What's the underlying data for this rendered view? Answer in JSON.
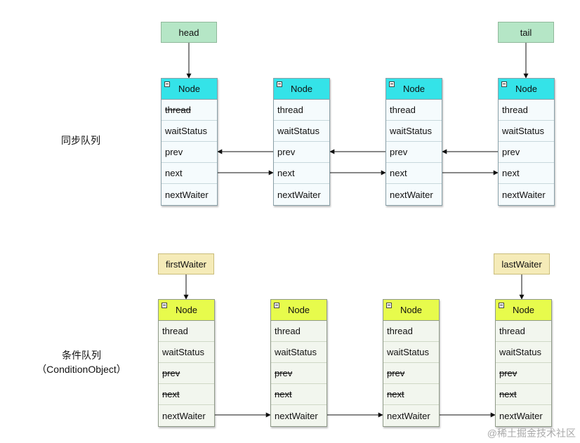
{
  "sync": {
    "label": "同步队列",
    "head_label": "head",
    "tail_label": "tail",
    "nodes": [
      {
        "title": "Node",
        "fields": [
          "thread",
          "waitStatus",
          "prev",
          "next",
          "nextWaiter"
        ],
        "struck": [
          0
        ]
      },
      {
        "title": "Node",
        "fields": [
          "thread",
          "waitStatus",
          "prev",
          "next",
          "nextWaiter"
        ],
        "struck": []
      },
      {
        "title": "Node",
        "fields": [
          "thread",
          "waitStatus",
          "prev",
          "next",
          "nextWaiter"
        ],
        "struck": []
      },
      {
        "title": "Node",
        "fields": [
          "thread",
          "waitStatus",
          "prev",
          "next",
          "nextWaiter"
        ],
        "struck": []
      }
    ]
  },
  "cond": {
    "label_line1": "条件队列",
    "label_line2": "（ConditionObject）",
    "first_label": "firstWaiter",
    "last_label": "lastWaiter",
    "nodes": [
      {
        "title": "Node",
        "fields": [
          "thread",
          "waitStatus",
          "prev",
          "next",
          "nextWaiter"
        ],
        "struck": [
          2,
          3
        ]
      },
      {
        "title": "Node",
        "fields": [
          "thread",
          "waitStatus",
          "prev",
          "next",
          "nextWaiter"
        ],
        "struck": [
          2,
          3
        ]
      },
      {
        "title": "Node",
        "fields": [
          "thread",
          "waitStatus",
          "prev",
          "next",
          "nextWaiter"
        ],
        "struck": [
          2,
          3
        ]
      },
      {
        "title": "Node",
        "fields": [
          "thread",
          "waitStatus",
          "prev",
          "next",
          "nextWaiter"
        ],
        "struck": [
          2,
          3
        ]
      }
    ]
  },
  "colors": {
    "sync_header": "#34e3e8",
    "cond_header": "#e7fb4c",
    "sync_pointer": "#b5e6c6",
    "cond_pointer": "#f5ebb8"
  },
  "watermark": "@稀土掘金技术社区"
}
